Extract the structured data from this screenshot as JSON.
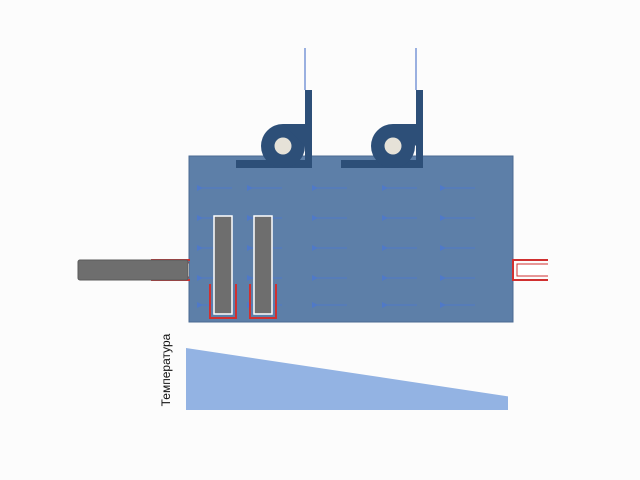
{
  "diagram": {
    "temperature_label": "Температура",
    "colors": {
      "chamber": "#5d7fa8",
      "chamber_border": "#4a6a92",
      "flow_arrows": "#4f79c8",
      "fan": "#2d4f78",
      "fan_stem": "#9ab0e0",
      "heater_rod": "#6e6e6e",
      "door_frame": "#d03030",
      "temperature_fill": "#93b3e3"
    },
    "icons": [
      "fan-icon",
      "fan-icon",
      "heating-element-icon",
      "heating-element-icon",
      "loading-rod-icon"
    ],
    "temperature_profile": {
      "start_level": 1.0,
      "end_level": 0.22
    }
  }
}
